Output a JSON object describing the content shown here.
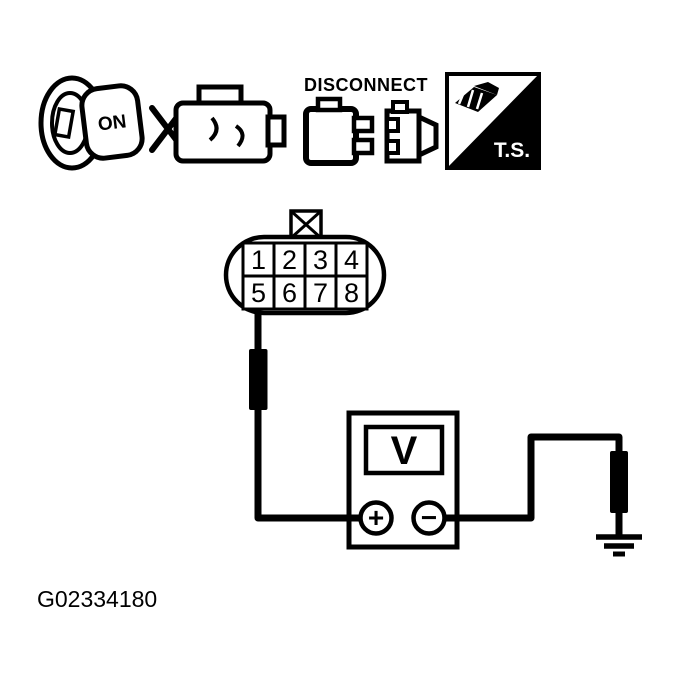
{
  "figure": {
    "caption": "G02334180"
  },
  "header_icons": {
    "ignition_switch": {
      "name": "ignition-on-icon",
      "label": "ON"
    },
    "engine": {
      "name": "engine-icon"
    },
    "disconnect": {
      "name": "disconnect-connector-icon",
      "label": "DISCONNECT"
    },
    "tester": {
      "name": "ts-tester-icon",
      "label": "T.S."
    }
  },
  "connector": {
    "pins": [
      "1",
      "2",
      "3",
      "4",
      "5",
      "6",
      "7",
      "8"
    ]
  },
  "voltmeter": {
    "label": "V",
    "positive_terminal": "+",
    "negative_terminal": "−"
  },
  "colors": {
    "line": "#000000",
    "background": "#ffffff"
  }
}
